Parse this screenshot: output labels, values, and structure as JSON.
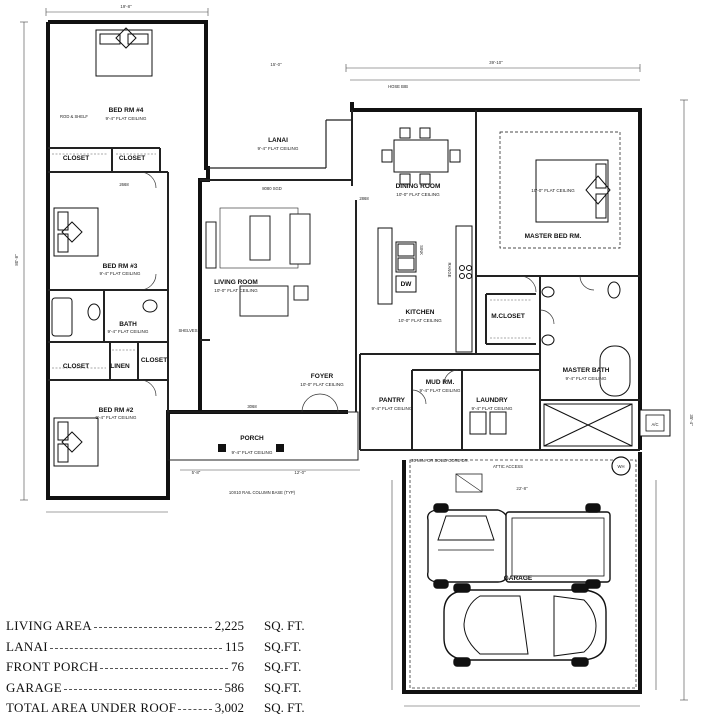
{
  "rooms": {
    "bed4": {
      "name": "BED RM #4",
      "ceiling": "9'-4\" FLAT CEILING"
    },
    "bed3": {
      "name": "BED RM #3",
      "ceiling": "9'-4\" FLAT CEILING"
    },
    "bed2": {
      "name": "BED RM #2",
      "ceiling": "9'-4\" FLAT CEILING"
    },
    "lanai": {
      "name": "LANAI",
      "ceiling": "9'-4\" FLAT CEILING"
    },
    "living": {
      "name": "LIVING ROOM",
      "ceiling": "10'-0\" FLAT CEILING"
    },
    "dining": {
      "name": "DINING ROOM",
      "ceiling": "10'-0\" FLAT CEILING"
    },
    "master_bed": {
      "name": "MASTER BED RM.",
      "ceiling": "10'-0\" FLAT CEILING"
    },
    "kitchen": {
      "name": "KITCHEN",
      "ceiling": "10'-0\" FLAT CEILING"
    },
    "m_closet": {
      "name": "M.CLOSET"
    },
    "bath": {
      "name": "BATH",
      "ceiling": "9'-4\" FLAT CEILING"
    },
    "linen": {
      "name": "LINEN"
    },
    "closet_a": {
      "name": "CLOSET"
    },
    "closet_b": {
      "name": "CLOSET"
    },
    "closet_c": {
      "name": "CLOSET"
    },
    "closet_d": {
      "name": "CLOSET"
    },
    "foyer": {
      "name": "FOYER",
      "ceiling": "10'-0\" FLAT CEILING"
    },
    "pantry": {
      "name": "PANTRY",
      "ceiling": "9'-4\" FLAT CEILING"
    },
    "mud": {
      "name": "MUD RM.",
      "ceiling": "9'-4\" FLAT CEILING"
    },
    "laundry": {
      "name": "LAUNDRY",
      "ceiling": "9'-4\" FLAT CEILING"
    },
    "master_bath": {
      "name": "MASTER BATH",
      "ceiling": "9'-4\" FLAT CEILING"
    },
    "porch": {
      "name": "PORCH",
      "ceiling": "9'-4\" FLAT CEILING"
    },
    "garage": {
      "name": "GARAGE"
    }
  },
  "labels": {
    "range": "RANGE",
    "dw": "DW",
    "sink": "SINK",
    "ac": "A/C",
    "wh": "WH",
    "attic_access": "ATTIC ACCESS",
    "hose_bib": "HOSE BIB",
    "slider": "8080 SGD",
    "door_2868": "2868",
    "door_2668": "2668",
    "door_3068": "3068",
    "rod_shelf": "ROD & SHELF",
    "column_base": "10X10 RAIL COLUMN BASE (TYP)",
    "solid_core": "20 MIN. OR SOLID CORE DR.",
    "shelves": "SHELVES"
  },
  "dimensions": {
    "top_a": "15'-0\"",
    "top_b": "39'-10\"",
    "top_c": "19'-8\"",
    "left_total": "80'-8\"",
    "right_total": "35'-4\"",
    "garage_width": "22'-8\"",
    "porch_a": "5'-8\"",
    "porch_b": "12'-0\""
  },
  "area_summary": [
    {
      "label": "LIVING AREA",
      "value": "2,225",
      "unit": "SQ. FT."
    },
    {
      "label": "LANAI",
      "value": "115",
      "unit": "SQ.FT."
    },
    {
      "label": "FRONT PORCH",
      "value": "76",
      "unit": "SQ.FT."
    },
    {
      "label": "GARAGE",
      "value": "586",
      "unit": "SQ.FT."
    },
    {
      "label": "TOTAL AREA UNDER ROOF",
      "value": "3,002",
      "unit": "SQ. FT."
    }
  ]
}
